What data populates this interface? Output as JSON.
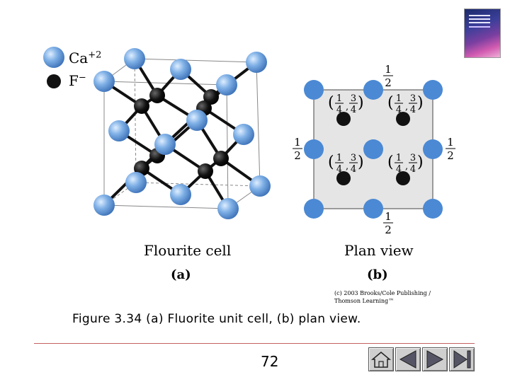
{
  "legend": {
    "cation_label": "Ca",
    "cation_charge": "+2",
    "anion_label": "F",
    "anion_charge": "−"
  },
  "panel_a": {
    "caption": "Flourite cell",
    "label": "(a)"
  },
  "panel_b": {
    "caption": "Plan view",
    "label": "(b)",
    "frac_half_num": "1",
    "frac_half_den": "2",
    "coord_num_1": "1",
    "coord_den_1": "4",
    "coord_num_2": "3",
    "coord_den_2": "4",
    "coord_sep": ",",
    "open_paren": "(",
    "close_paren": ")"
  },
  "copyright": "(c) 2003 Brooks/Cole Publishing / Thomson Learning™",
  "figure_caption": "Figure 3.34 (a) Fluorite unit cell, (b) plan view.",
  "page_number": "72",
  "colors": {
    "cation": "#5b93d6",
    "anion": "#111111",
    "plan_bg": "#e5e5e5",
    "rule": "#c46060"
  },
  "icons": [
    "home-icon",
    "previous-icon",
    "next-icon",
    "end-icon"
  ]
}
